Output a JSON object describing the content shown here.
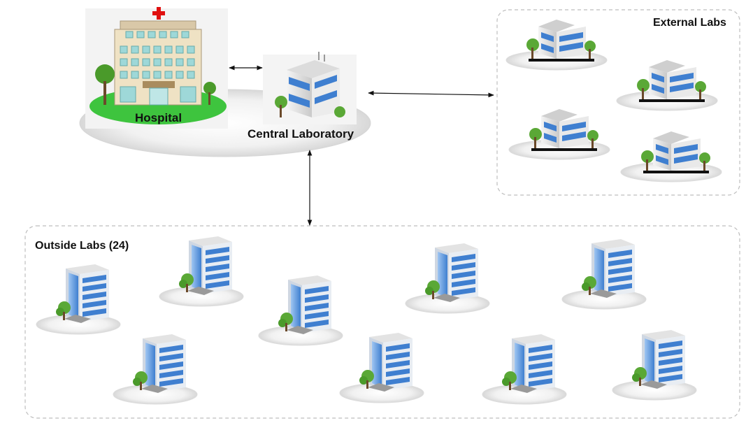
{
  "labels": {
    "hospital": "Hospital",
    "central_lab": "Central Laboratory",
    "external_labs": "External Labs",
    "outside_labs": "Outside Labs (24)"
  },
  "colors": {
    "group_border": "#bdbdbd",
    "platform": "#ececec",
    "hospital_lawn": "#3ec43e",
    "cross": "#e01010",
    "glass_blue": "#3f7fd0",
    "tree": "#4a9a2a",
    "arrow": "#111111"
  },
  "icons": {
    "hospital": "hospital-building-icon",
    "central_lab": "central-lab-building-icon",
    "external_lab": "external-lab-building-icon",
    "outside_lab": "outside-lab-tower-icon"
  }
}
